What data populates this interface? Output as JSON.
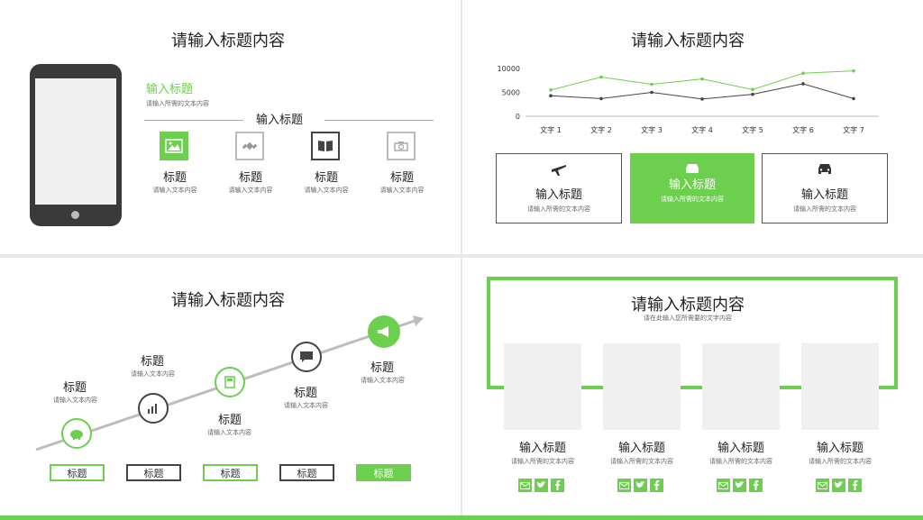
{
  "colors": {
    "accent": "#6ccf4d",
    "dark": "#444444",
    "gray": "#f0f0f0"
  },
  "p1": {
    "title": "请输入标题内容",
    "heading": "输入标题",
    "heading_sub": "请输入所需的文本内容",
    "divider_label": "输入标题",
    "items": [
      {
        "icon": "image-icon",
        "label": "标题",
        "sub": "请输入文本内容"
      },
      {
        "icon": "satellite-icon",
        "label": "标题",
        "sub": "请输入文本内容"
      },
      {
        "icon": "book-icon",
        "label": "标题",
        "sub": "请输入文本内容"
      },
      {
        "icon": "camera-icon",
        "label": "标题",
        "sub": "请输入文本内容"
      }
    ]
  },
  "p2": {
    "title": "请输入标题内容",
    "cards": [
      {
        "icon": "plane-icon",
        "title": "输入标题",
        "sub": "请输入所需的文本内容"
      },
      {
        "icon": "car-icon",
        "title": "输入标题",
        "sub": "请输入所需的文本内容"
      },
      {
        "icon": "taxi-icon",
        "title": "输入标题",
        "sub": "请输入所需的文本内容"
      }
    ]
  },
  "chart_data": {
    "type": "line",
    "categories": [
      "文字 1",
      "文字 2",
      "文字 3",
      "文字 4",
      "文字 5",
      "文字 6",
      "文字 7"
    ],
    "series": [
      {
        "values": [
          5500,
          8200,
          6700,
          7800,
          5600,
          9000,
          9500
        ],
        "color": "#6ccf4d"
      },
      {
        "values": [
          4300,
          3700,
          5000,
          3600,
          4600,
          6800,
          3700
        ],
        "color": "#444444"
      }
    ],
    "yticks": [
      0,
      5000,
      10000
    ],
    "ylim": [
      0,
      10000
    ],
    "grid": false
  },
  "p3": {
    "title": "请输入标题内容",
    "steps": [
      {
        "label": "标题",
        "sub": "请输入文本内容",
        "icon": "piggy-bank-icon"
      },
      {
        "label": "标题",
        "sub": "请输入文本内容",
        "icon": "bar-chart-icon"
      },
      {
        "label": "标题",
        "sub": "请输入文本内容",
        "icon": "calculator-icon"
      },
      {
        "label": "标题",
        "sub": "请输入文本内容",
        "icon": "chat-icon"
      },
      {
        "label": "标题",
        "sub": "请输入文本内容",
        "icon": "megaphone-icon"
      }
    ],
    "buttons": [
      "标题",
      "标题",
      "标题",
      "标题",
      "标题"
    ]
  },
  "p4": {
    "title": "请输入标题内容",
    "subtitle": "请在此输入您所需要的文字内容",
    "cards": [
      {
        "title": "输入标题",
        "sub": "请输入所需的文本内容"
      },
      {
        "title": "输入标题",
        "sub": "请输入所需的文本内容"
      },
      {
        "title": "输入标题",
        "sub": "请输入所需的文本内容"
      },
      {
        "title": "输入标题",
        "sub": "请输入所需的文本内容"
      }
    ],
    "social_icons": [
      "mail-icon",
      "twitter-icon",
      "facebook-icon"
    ]
  }
}
